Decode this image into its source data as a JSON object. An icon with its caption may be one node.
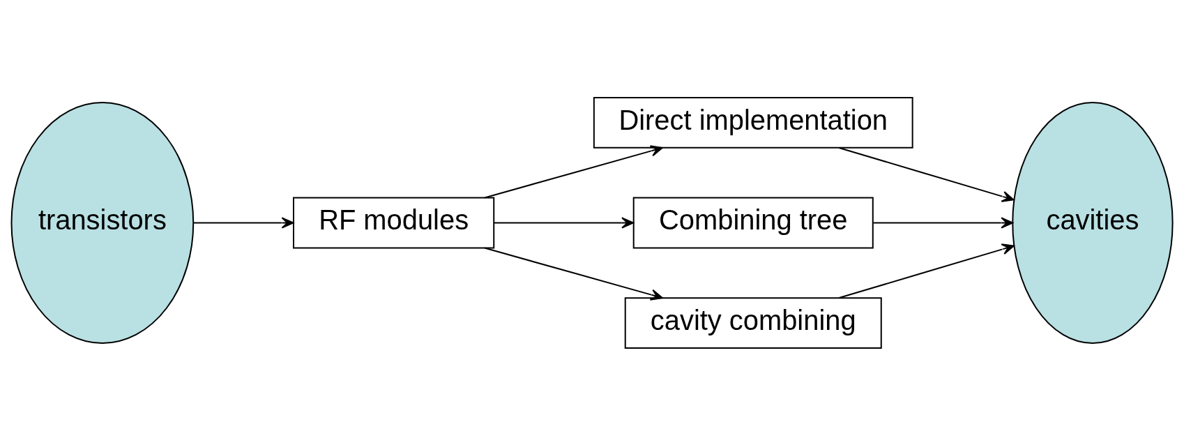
{
  "diagram": {
    "nodes": [
      {
        "text": [
          "transistors"
        ]
      },
      {
        "text": [
          "RF modules"
        ]
      },
      {
        "text": [
          "Direct implementation"
        ]
      },
      {
        "text": [
          "Combining tree"
        ]
      },
      {
        "text": [
          "cavity combining"
        ]
      },
      {
        "text": [
          "cavities"
        ]
      }
    ],
    "edges": [
      {
        "from": 0,
        "to": 1,
        "arrow": "to"
      },
      {
        "from": 1,
        "to": 2,
        "arrow": "to"
      },
      {
        "from": 1,
        "to": 3,
        "arrow": "to"
      },
      {
        "from": 1,
        "to": 4,
        "arrow": "to"
      },
      {
        "from": 2,
        "to": 5,
        "arrow": "to"
      },
      {
        "from": 3,
        "to": 5,
        "arrow": "to"
      },
      {
        "from": 4,
        "to": 5,
        "arrow": "to"
      }
    ]
  }
}
